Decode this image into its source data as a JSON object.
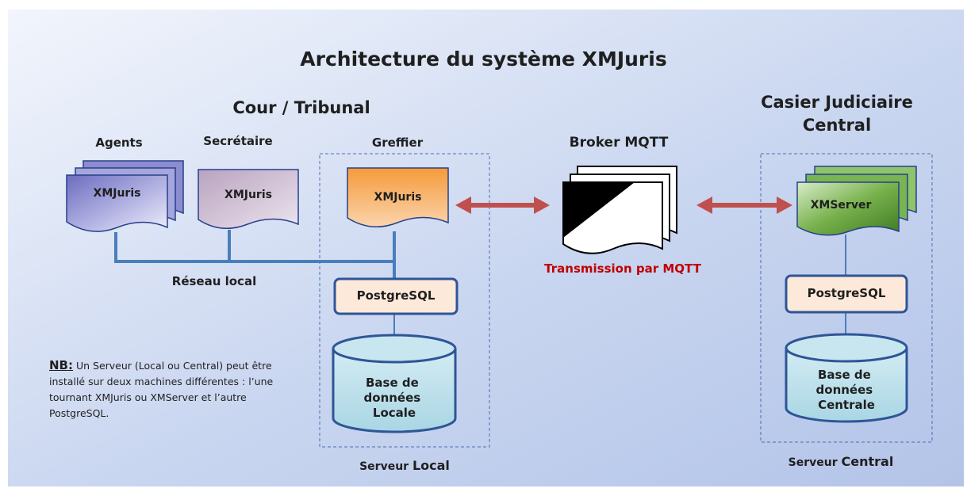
{
  "title": "Architecture du système XMJuris",
  "sections": {
    "cour": "Cour / Tribunal",
    "casier_line1": "Casier Judiciaire",
    "casier_line2": "Central"
  },
  "roles": {
    "agents": "Agents",
    "secretaire": "Secrétaire",
    "greffier": "Greffier",
    "broker": "Broker MQTT"
  },
  "docs": {
    "agents_app": "XMJuris",
    "secretaire_app": "XMJuris",
    "greffier_app": "XMJuris",
    "central_app": "XMServer"
  },
  "network_label": "Réseau local",
  "transmission_label": "Transmission par MQTT",
  "postgres_local": "PostgreSQL",
  "postgres_central": "PostgreSQL",
  "db_local": [
    "Base de",
    "données",
    "Locale"
  ],
  "db_central": [
    "Base de",
    "données",
    "Centrale"
  ],
  "server_local_prefix": "Serveur ",
  "server_local_suffix": "Local",
  "server_central_prefix": "Serveur ",
  "server_central_suffix": "Central",
  "note": {
    "label": "NB:",
    "text": " Un Serveur (Local ou  Central)  peut être installé sur deux machines différentes : l’une tournant XMJuris ou XMServer et l’autre PostgreSQL."
  },
  "colors": {
    "background_top": "#eef2fb",
    "background_bottom": "#b9c9ea",
    "arrow": "#c0504d",
    "connector": "#4a7ebb",
    "transmission_text": "#c00000",
    "postgres_fill": "#fde9d9",
    "db_fill": "#b7dde8",
    "agents_fill": "#7b7bc2",
    "secretaire_fill": "#c8b6cc",
    "greffier_fill": "#f7a64f",
    "xmserver_fill": "#5e9a3a"
  }
}
